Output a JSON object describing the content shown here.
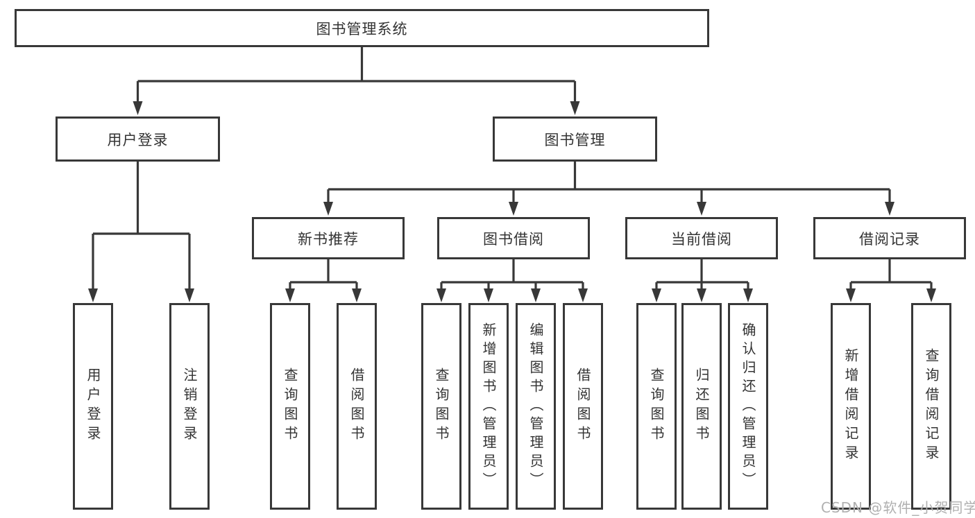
{
  "diagram": {
    "root": {
      "label": "图书管理系统"
    },
    "branches": [
      {
        "label": "用户登录",
        "children": [
          {
            "label": "用户登录"
          },
          {
            "label": "注销登录"
          }
        ]
      },
      {
        "label": "图书管理",
        "groups": [
          {
            "label": "新书推荐",
            "children": [
              {
                "label": "查询图书"
              },
              {
                "label": "借阅图书"
              }
            ]
          },
          {
            "label": "图书借阅",
            "children": [
              {
                "label": "查询图书"
              },
              {
                "label": "新增图书（管理员）"
              },
              {
                "label": "编辑图书（管理员）"
              },
              {
                "label": "借阅图书"
              }
            ]
          },
          {
            "label": "当前借阅",
            "children": [
              {
                "label": "查询图书"
              },
              {
                "label": "归还图书"
              },
              {
                "label": "确认归还（管理员）"
              }
            ]
          },
          {
            "label": "借阅记录",
            "children": [
              {
                "label": "新增借阅记录"
              },
              {
                "label": "查询借阅记录"
              }
            ]
          }
        ]
      }
    ]
  },
  "watermark": {
    "text": "CSDN @软件_小贺同学"
  },
  "colors": {
    "line": "#383838",
    "text": "#333333",
    "box_background": "#ffffff",
    "watermark": "#b0b0b0"
  }
}
